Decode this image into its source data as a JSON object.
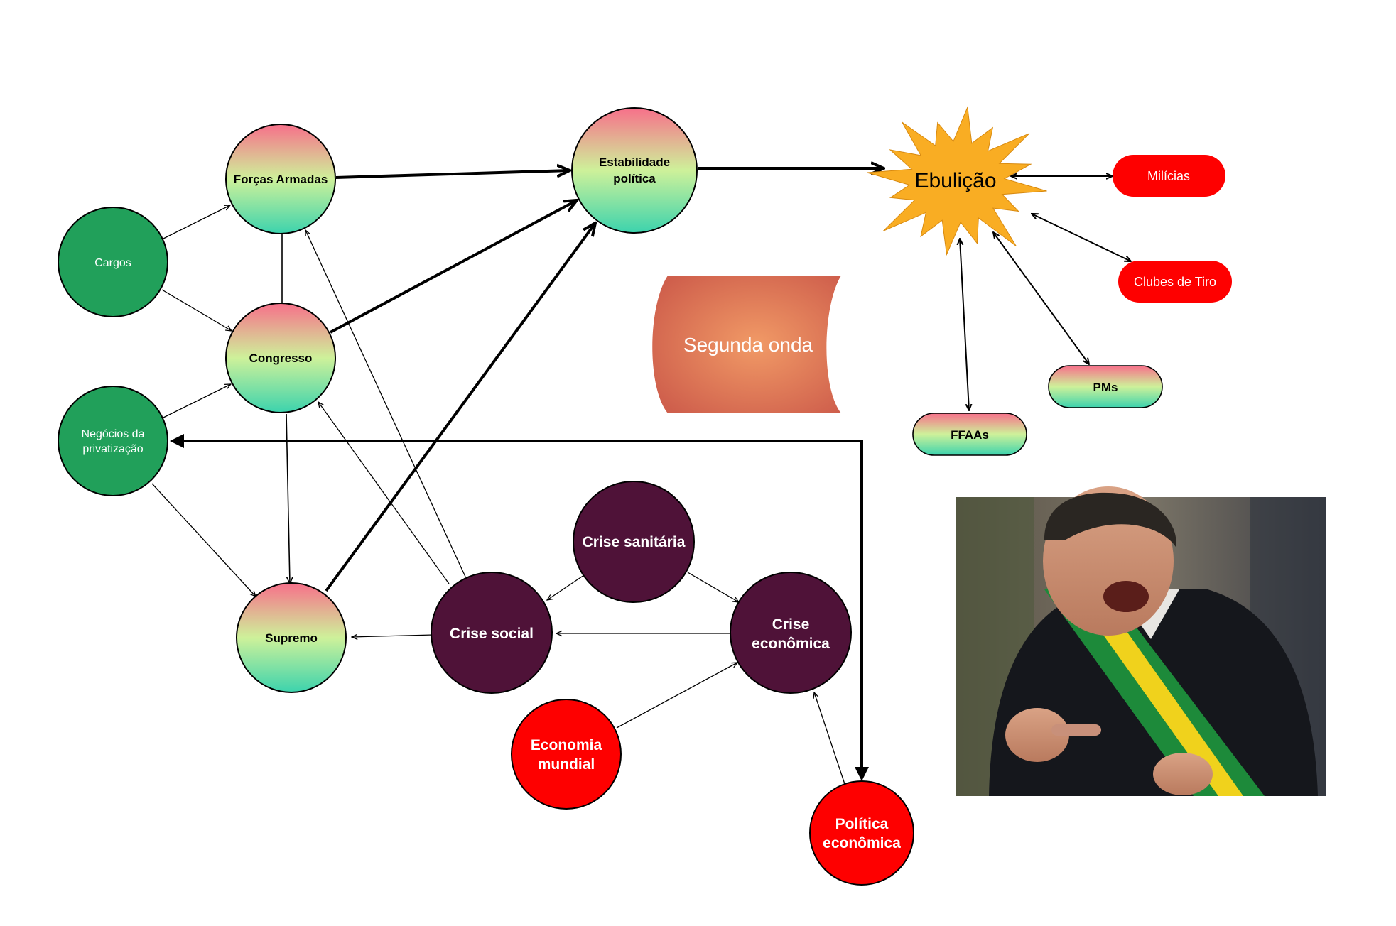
{
  "nodes": {
    "forcas_armadas": "Forças Armadas",
    "estabilidade_line1": "Estabilidade",
    "estabilidade_line2": "política",
    "ebulicao": "Ebulição",
    "milicias": "Milícias",
    "clubes_de_tiro": "Clubes de Tiro",
    "pms": "PMs",
    "ffaas": "FFAAs",
    "cargos": "Cargos",
    "congresso": "Congresso",
    "negocios_line1": "Negócios da",
    "negocios_line2": "privatização",
    "supremo": "Supremo",
    "crise_social": "Crise social",
    "crise_sanitaria": "Crise sanitária",
    "crise_economica_line1": "Crise",
    "crise_economica_line2": "econômica",
    "economia_mundial_line1": "Economia",
    "economia_mundial_line2": "mundial",
    "politica_economica_line1": "Política",
    "politica_economica_line2": "econômica",
    "segunda_onda": "Segunda onda"
  },
  "colors": {
    "green": "#21a05a",
    "purple": "#4f1238",
    "red": "#fe0000",
    "gradient_top": "#f7708a",
    "gradient_mid": "#cef19a",
    "gradient_bottom": "#3cd3ad",
    "star": "#f9ad23",
    "wave_center": "#ef9a66",
    "wave_edge": "#d0604d"
  }
}
